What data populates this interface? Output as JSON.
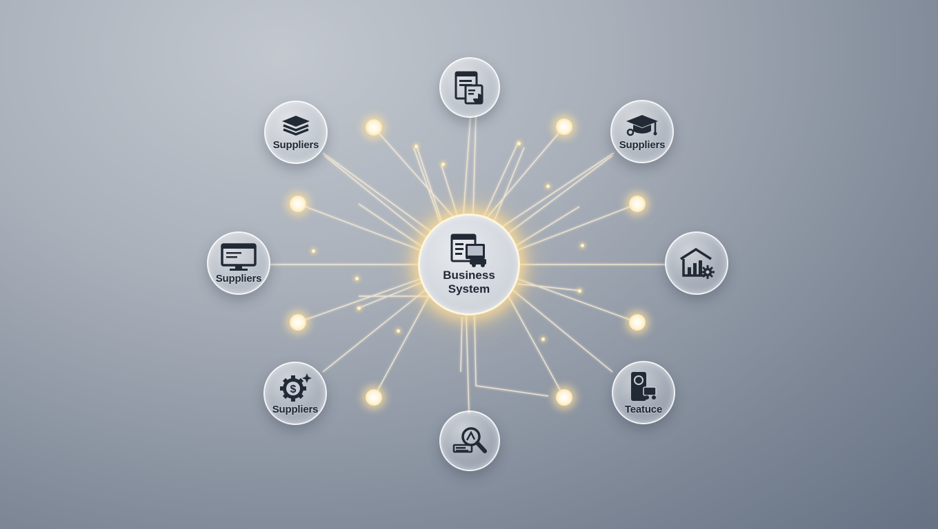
{
  "hub": {
    "title": "Business System",
    "icon": "monitor-and-truck-icon"
  },
  "nodes": [
    {
      "id": "top",
      "label": "",
      "icon": "documents-chart-icon"
    },
    {
      "id": "top-left",
      "label": "Suppliers",
      "icon": "layers-stack-icon"
    },
    {
      "id": "top-right",
      "label": "Suppliers",
      "icon": "graduation-cap-icon"
    },
    {
      "id": "left",
      "label": "Suppliers",
      "icon": "desktop-monitor-icon"
    },
    {
      "id": "right",
      "label": "",
      "icon": "warehouse-analytics-gear-icon"
    },
    {
      "id": "bottom-left",
      "label": "Suppliers",
      "icon": "dollar-gear-icon"
    },
    {
      "id": "bottom-right",
      "label": "Teatuce",
      "icon": "phone-and-truck-icon"
    },
    {
      "id": "bottom",
      "label": "",
      "icon": "magnifier-search-icon"
    }
  ],
  "colors": {
    "icon": "#222a35",
    "glow": "#ffe4a8",
    "line": "#f7ecd6",
    "background": "#8e97a4"
  }
}
